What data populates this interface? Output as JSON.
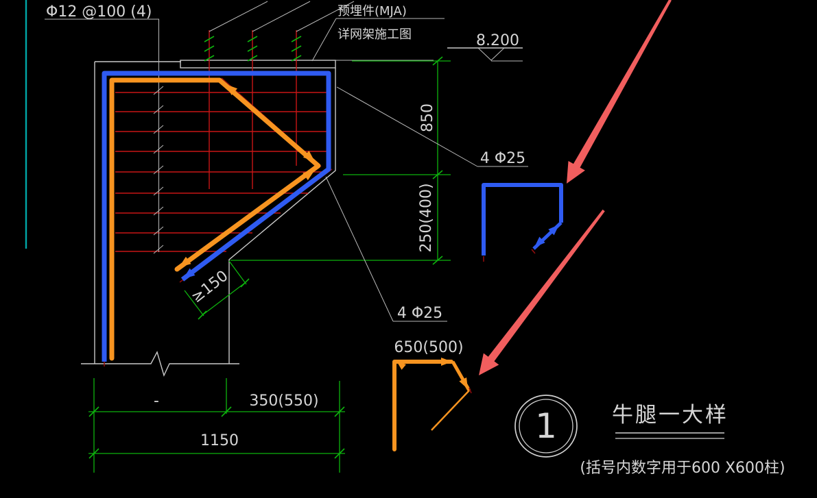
{
  "colors": {
    "background": "#000000",
    "outline_white": "#c9c9c9",
    "text_white": "#d6d6d6",
    "dim_green": "#0eb40e",
    "stirrup_red": "#c81616",
    "dark_red": "#8f0d0d",
    "rebar_blue": "#2f5bf2",
    "rebar_orange": "#f79420",
    "marker_salmon": "#f15e5e",
    "frame_teal": "#00a8a8"
  },
  "labels": {
    "stirrups": "Φ12 @100 (4)",
    "embed_line1": "预埋件(MJA)",
    "embed_line2": "详网架施工图",
    "elevation": "8.200",
    "height_upper": "850",
    "height_lower": "250(400)",
    "top_bars": "4 Φ25",
    "bent_bars": "4 Φ25",
    "anchor_min": "≥150",
    "detail_width": "650(500)",
    "width_right": "350(550)",
    "width_left": "-",
    "width_total": "1150"
  },
  "title_block": {
    "detail_number": "1",
    "title": "牛腿一大样",
    "note": "(括号内数字用于600 X600柱)"
  }
}
